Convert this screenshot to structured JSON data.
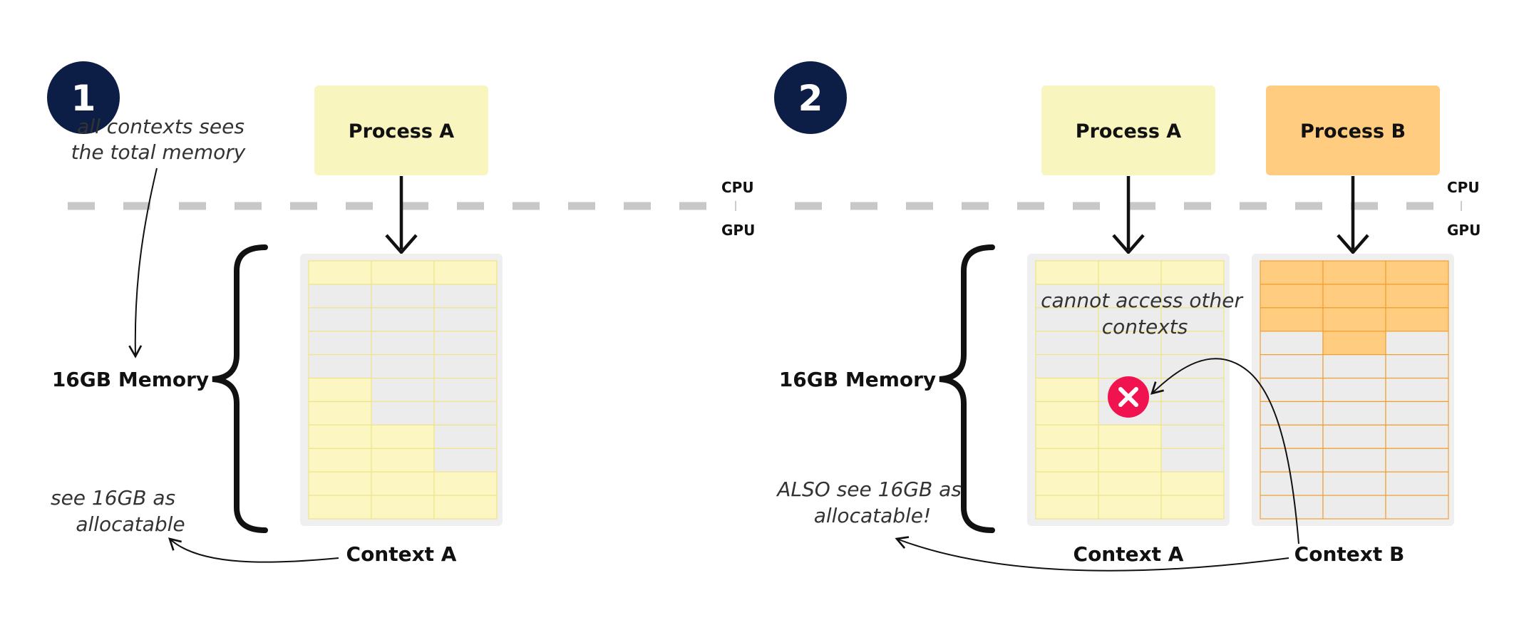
{
  "panels": [
    {
      "step": "1",
      "memory_label": "16GB Memory",
      "cpu_label": "CPU",
      "gpu_label": "GPU",
      "annotation_top": [
        "all contexts sees",
        "the total memory"
      ],
      "annotation_bottom": [
        "see 16GB as",
        "allocatable"
      ],
      "processes": [
        {
          "label": "Process A",
          "color": "#f9f5bf"
        }
      ],
      "contexts": [
        {
          "label": "Context A",
          "fill": "#fbf6c2",
          "line": "#efe48a",
          "empty": "#ececec",
          "filled_cells": [
            [
              0,
              0
            ],
            [
              0,
              1
            ],
            [
              0,
              2
            ],
            [
              5,
              0
            ],
            [
              6,
              0
            ],
            [
              7,
              0
            ],
            [
              7,
              1
            ],
            [
              8,
              0
            ],
            [
              8,
              1
            ],
            [
              9,
              0
            ],
            [
              9,
              1
            ],
            [
              9,
              2
            ],
            [
              10,
              0
            ],
            [
              10,
              1
            ],
            [
              10,
              2
            ],
            [
              11,
              0
            ],
            [
              11,
              1
            ],
            [
              11,
              2
            ]
          ]
        }
      ]
    },
    {
      "step": "2",
      "memory_label": "16GB Memory",
      "cpu_label": "CPU",
      "gpu_label": "GPU",
      "annotation_middle": [
        "cannot access other",
        "contexts"
      ],
      "annotation_bottom": [
        "ALSO see 16GB as",
        "allocatable!"
      ],
      "processes": [
        {
          "label": "Process A",
          "color": "#f9f5bf"
        },
        {
          "label": "Process B",
          "color": "#ffcc80"
        }
      ],
      "contexts": [
        {
          "label": "Context A",
          "fill": "#fbf6c2",
          "line": "#efe48a",
          "empty": "#ececec",
          "filled_cells": [
            [
              0,
              0
            ],
            [
              0,
              1
            ],
            [
              0,
              2
            ],
            [
              5,
              0
            ],
            [
              6,
              0
            ],
            [
              7,
              0
            ],
            [
              7,
              1
            ],
            [
              8,
              0
            ],
            [
              8,
              1
            ],
            [
              9,
              0
            ],
            [
              9,
              1
            ],
            [
              9,
              2
            ],
            [
              10,
              0
            ],
            [
              10,
              1
            ],
            [
              10,
              2
            ],
            [
              11,
              0
            ],
            [
              11,
              1
            ],
            [
              11,
              2
            ]
          ]
        },
        {
          "label": "Context B",
          "fill": "#ffcc80",
          "line": "#f0a030",
          "empty": "#ececec",
          "filled_cells": [
            [
              0,
              0
            ],
            [
              0,
              1
            ],
            [
              0,
              2
            ],
            [
              1,
              0
            ],
            [
              1,
              1
            ],
            [
              1,
              2
            ],
            [
              2,
              0
            ],
            [
              2,
              1
            ],
            [
              2,
              2
            ],
            [
              3,
              1
            ]
          ]
        }
      ],
      "denied_icon": "close-x-icon"
    }
  ],
  "colors": {
    "badge": "#0c1e45",
    "divider": "#c8c8c8",
    "deny": "#f0134f"
  }
}
